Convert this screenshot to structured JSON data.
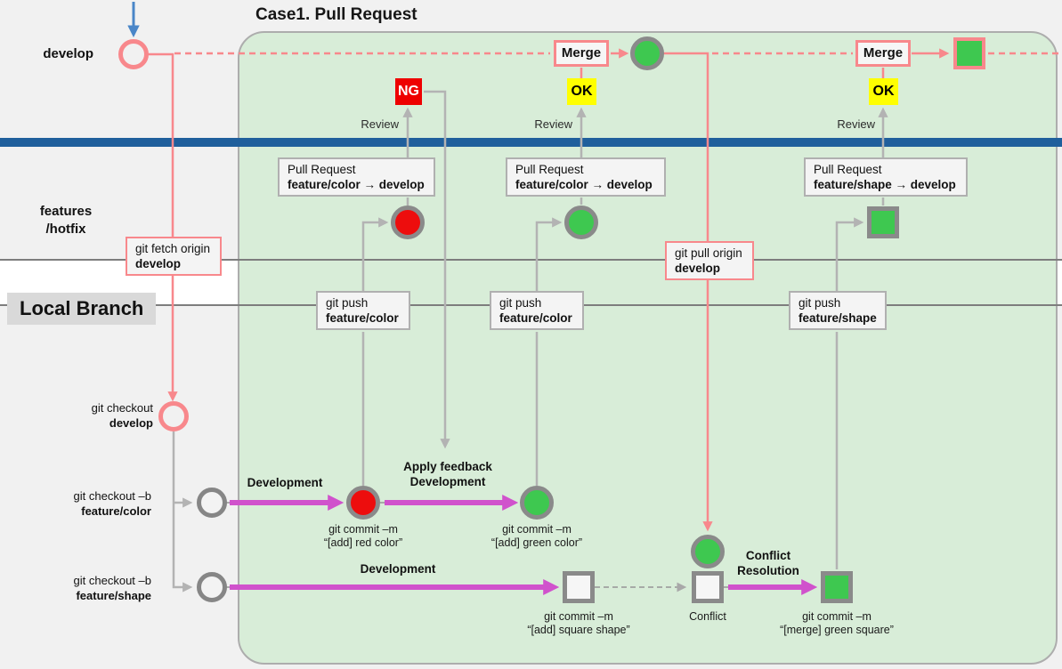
{
  "title": "Case1. Pull Request",
  "lanes": {
    "develop": "develop",
    "features_line1": "features",
    "features_line2": "/hotfix",
    "local_branch": "Local Branch"
  },
  "merge_boxes": [
    "Merge",
    "Merge"
  ],
  "badges": {
    "ng": "NG",
    "ok1": "OK",
    "ok2": "OK"
  },
  "reviews": [
    "Review",
    "Review",
    "Review"
  ],
  "pr_boxes": [
    {
      "line1": "Pull Request",
      "line2": "feature/color → develop"
    },
    {
      "line1": "Pull Request",
      "line2": "feature/color → develop"
    },
    {
      "line1": "Pull Request",
      "line2": "feature/shape → develop"
    }
  ],
  "push_boxes": [
    {
      "line1": "git push",
      "line2": "feature/color"
    },
    {
      "line1": "git push",
      "line2": "feature/color"
    },
    {
      "line1": "git push",
      "line2": "feature/shape"
    }
  ],
  "cmd_boxes": {
    "fetch": {
      "line1": "git fetch origin",
      "line2": "develop"
    },
    "pull": {
      "line1": "git pull origin",
      "line2": "develop"
    }
  },
  "checkouts": {
    "develop": {
      "line1": "git checkout",
      "line2": "develop"
    },
    "color": {
      "line1": "git checkout –b",
      "line2": "feature/color"
    },
    "shape": {
      "line1": "git checkout –b",
      "line2": "feature/shape"
    }
  },
  "actions": {
    "development1": "Development",
    "feedback_line1": "Apply feedback",
    "feedback_line2": "Development",
    "development2": "Development",
    "conflict_line1": "Conflict",
    "conflict_line2": "Resolution"
  },
  "commit_labels": {
    "red": {
      "line1": "git commit –m",
      "line2": "“[add] red color”"
    },
    "green": {
      "line1": "git commit –m",
      "line2": "“[add] green color”"
    },
    "square": {
      "line1": "git commit –m",
      "line2": "“[add] square shape”"
    },
    "conflict": "Conflict",
    "merge": {
      "line1": "git commit –m",
      "line2": "“[merge] green square”"
    }
  },
  "colors": {
    "pink": "#f8888c",
    "magenta": "#d052cc",
    "commit_green": "#3ec850",
    "commit_red": "#ed0d0d",
    "badge_yellow": "#ffff00",
    "badge_red": "#ee0000",
    "blue_bar": "#1f5f9c",
    "arrow_blue": "#4a86c8",
    "connector_gray": "#b3b3b3",
    "panel_green": "#d8edd8"
  }
}
